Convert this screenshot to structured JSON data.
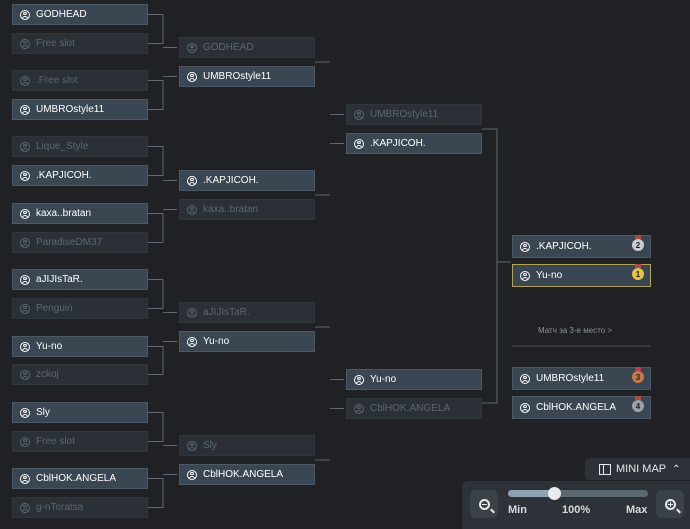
{
  "rounds": {
    "r1": [
      "GODHEAD",
      "Free slot",
      ".Free slot",
      "UMBROstyle11",
      "Lique_Style",
      ".KAPJICOH.",
      "kaxa..bratan",
      "ParadiseDM37",
      "aJIJIsTaR.",
      "Penguin",
      "Yu-no",
      "zckoj",
      "Sly",
      "Free slot",
      "CblHOK.ANGELA",
      "g-nToratsa"
    ],
    "r2": [
      "GODHEAD",
      "UMBROstyle11",
      ".KAPJICOH.",
      "kaxa..bratan",
      "aJIJIsTaR.",
      "Yu-no",
      "Sly",
      "CblHOK.ANGELA"
    ],
    "r3": [
      "UMBROstyle11",
      ".KAPJICOH.",
      "Yu-no",
      "CblHOK.ANGELA"
    ]
  },
  "final": {
    "slots": [
      {
        "name": ".KAPJICOH.",
        "place": "2"
      },
      {
        "name": "Yu-no",
        "place": "1"
      }
    ],
    "third_place_link": "Матч за 3-е место  >",
    "third_slots": [
      {
        "name": "UMBROstyle11",
        "place": "3"
      },
      {
        "name": "CblHOK.ANGELA",
        "place": "4"
      }
    ]
  },
  "minimap": {
    "label": "MINI MAP",
    "icon": "map-icon",
    "chevron": "chevron-up-icon"
  },
  "zoom": {
    "min_label": "Min",
    "current_label": "100%",
    "max_label": "Max",
    "level": 0.33
  },
  "colors": {
    "line": "#5d6872",
    "winner_border": "#b3a35a"
  }
}
